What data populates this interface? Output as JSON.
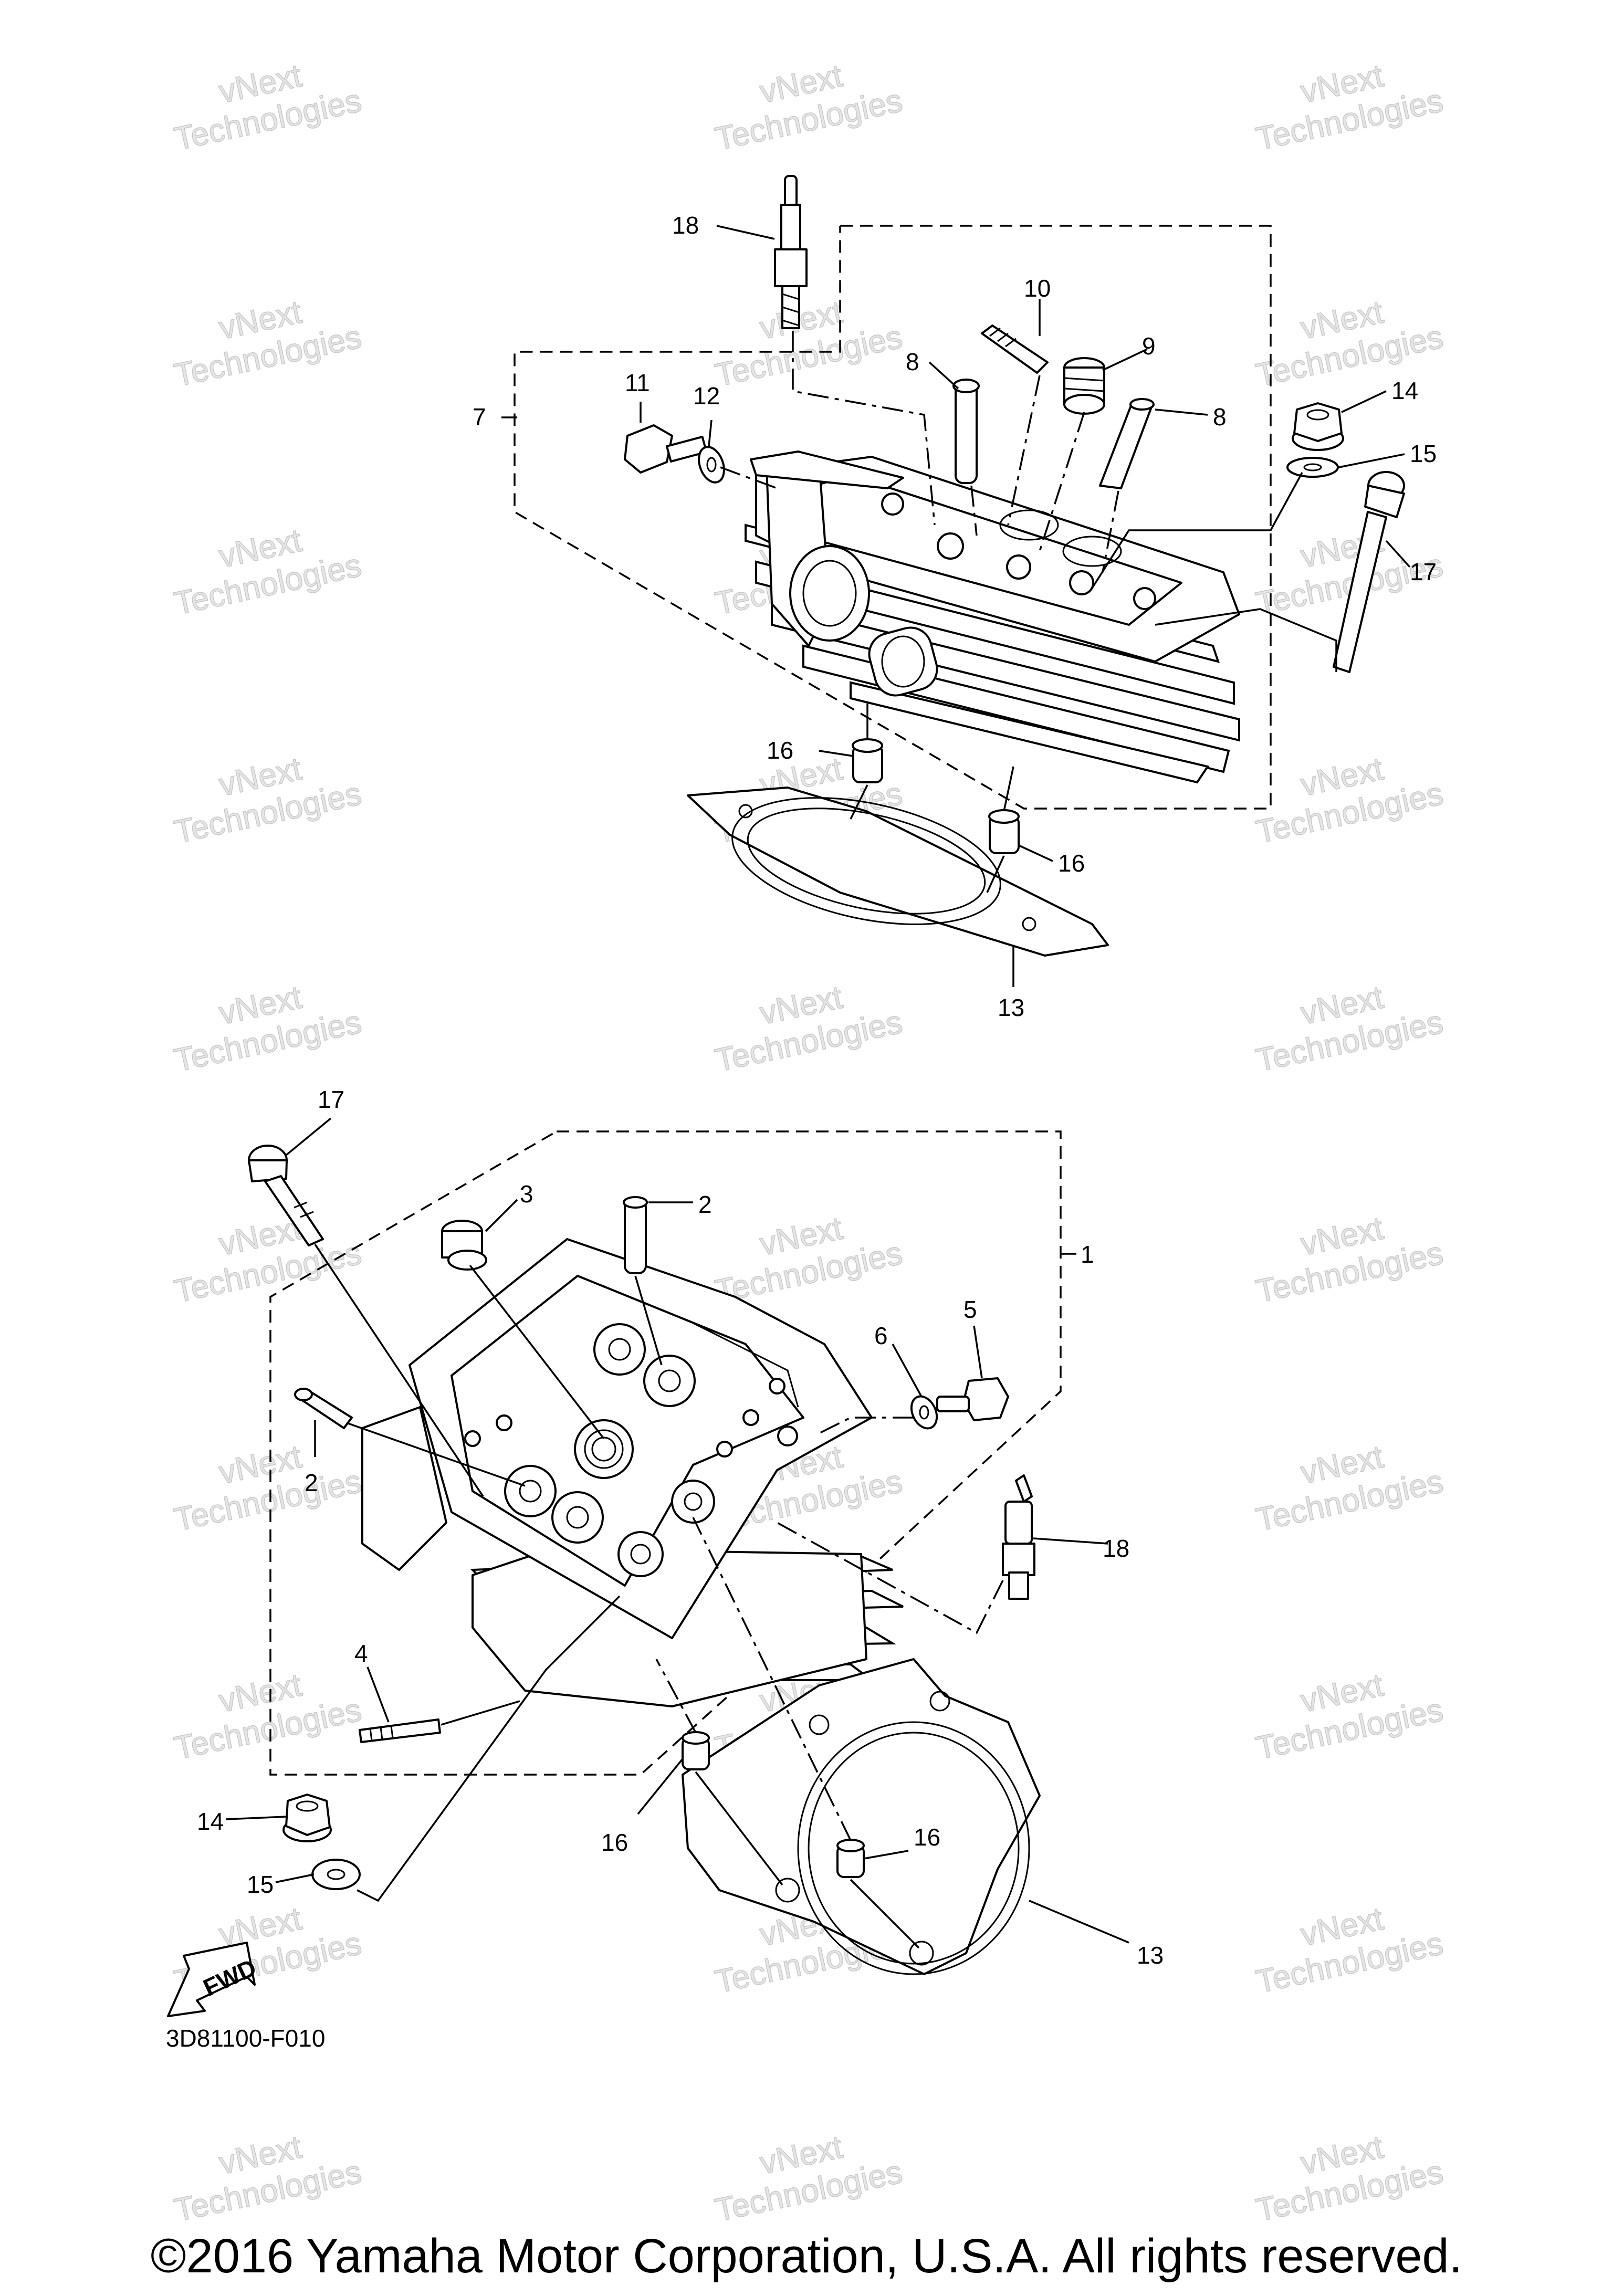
{
  "watermark": {
    "line1": "vNext",
    "line2": "Technologies"
  },
  "diagram_code": "3D81100-F010",
  "fwd_label": "FWD",
  "copyright": "©2016 Yamaha Motor Corporation, U.S.A. All rights reserved.",
  "callouts": {
    "top": [
      "18",
      "10",
      "9",
      "8",
      "8",
      "7",
      "11",
      "12",
      "14",
      "15",
      "17",
      "16",
      "16",
      "13"
    ],
    "bottom": [
      "17",
      "3",
      "2",
      "1",
      "6",
      "5",
      "2",
      "18",
      "4",
      "14",
      "15",
      "16",
      "16",
      "13"
    ]
  }
}
